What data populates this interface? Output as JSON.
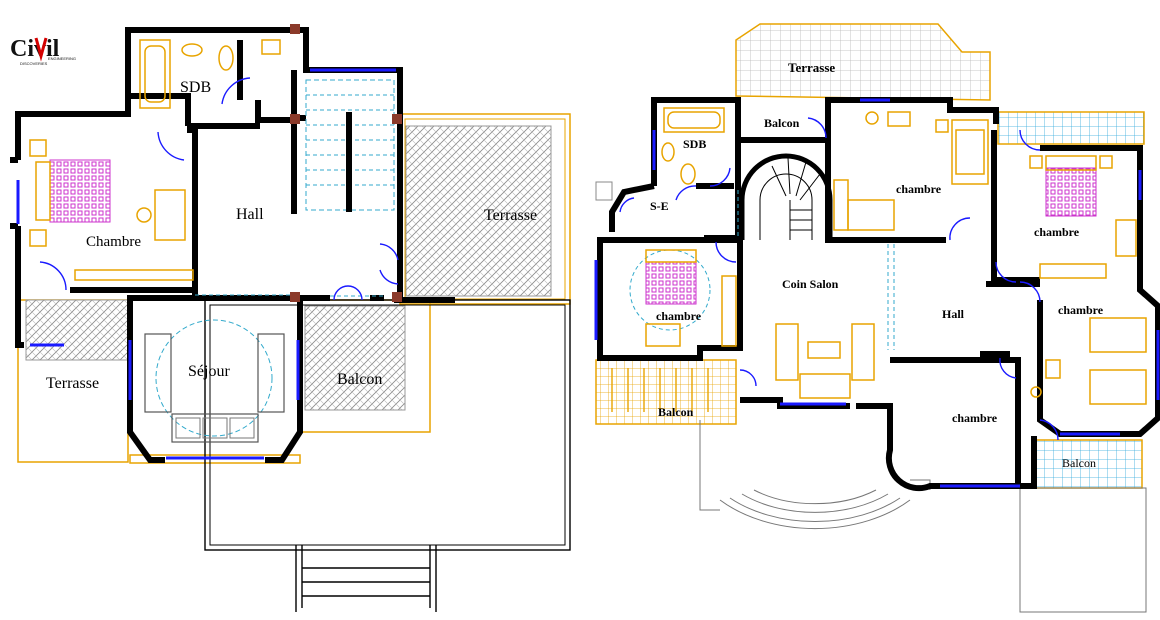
{
  "logo": {
    "word": "Civil",
    "tagline": "ENGINEERING",
    "sub": "DISCOVERIES"
  },
  "ground_floor": {
    "rooms": {
      "sdb": "SDB",
      "chambre": "Chambre",
      "hall": "Hall",
      "terrasse_right": "Terrasse",
      "terrasse_left": "Terrasse",
      "sejour": "Séjour",
      "balcon": "Balcon"
    }
  },
  "upper_floor": {
    "rooms": {
      "terrasse_top": "Terrasse",
      "balcon_top": "Balcon",
      "sdb": "SDB",
      "se": "S-E",
      "chambre_top": "chambre",
      "chambre_right": "chambre",
      "chambre_left": "chambre",
      "coin_salon": "Coin Salon",
      "hall": "Hall",
      "chambre_br": "chambre",
      "chambre_bottom": "chambre",
      "balcon_left": "Balcon",
      "balcon_right": "Balcon"
    }
  },
  "colors": {
    "wall": "#000000",
    "window": "#1a1aff",
    "furniture": "#e8a400",
    "bed_pattern": "#cc33cc",
    "hatch": "#9a9a9a",
    "tile": "#33aadd",
    "stair_dash": "#33aacc",
    "logo_red": "#d40000"
  }
}
